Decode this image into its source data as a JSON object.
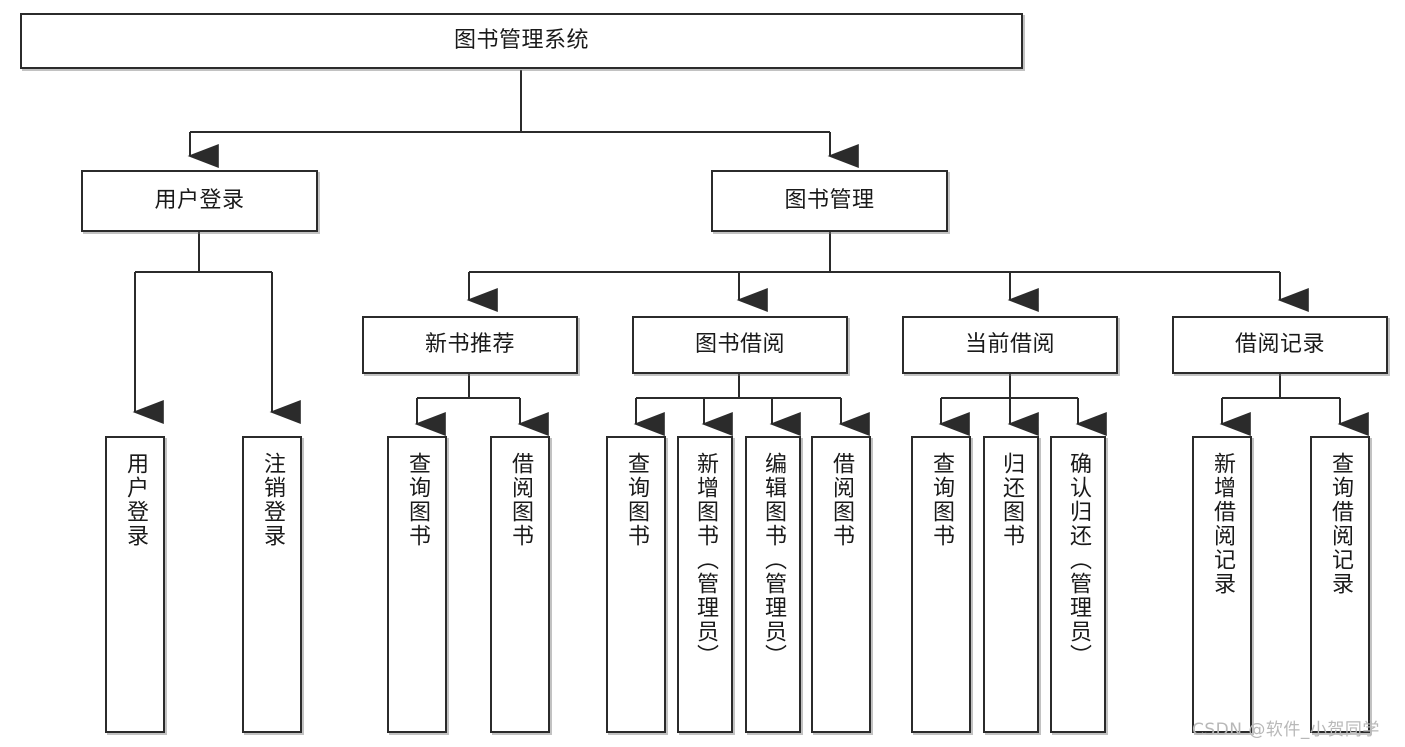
{
  "diagram": {
    "title_node": {
      "label": "图书管理系统"
    },
    "level2": [
      {
        "id": "user-login",
        "label": "用户登录"
      },
      {
        "id": "book-manage",
        "label": "图书管理"
      }
    ],
    "level3": [
      {
        "id": "new-book-recommend",
        "label": "新书推荐"
      },
      {
        "id": "book-borrow",
        "label": "图书借阅"
      },
      {
        "id": "current-borrow",
        "label": "当前借阅"
      },
      {
        "id": "borrow-record",
        "label": "借阅记录"
      }
    ],
    "leaves": [
      {
        "id": "leaf-user-login",
        "label": "用户登录",
        "parent": "user-login"
      },
      {
        "id": "leaf-logout-login",
        "label": "注销登录",
        "parent": "user-login"
      },
      {
        "id": "leaf-query-book-1",
        "label": "查询图书",
        "parent": "new-book-recommend"
      },
      {
        "id": "leaf-borrow-book-1",
        "label": "借阅图书",
        "parent": "new-book-recommend"
      },
      {
        "id": "leaf-query-book-2",
        "label": "查询图书",
        "parent": "book-borrow"
      },
      {
        "id": "leaf-add-book",
        "label": "新增图书（管理员）",
        "parent": "book-borrow"
      },
      {
        "id": "leaf-edit-book",
        "label": "编辑图书（管理员）",
        "parent": "book-borrow"
      },
      {
        "id": "leaf-borrow-book-2",
        "label": "借阅图书",
        "parent": "book-borrow"
      },
      {
        "id": "leaf-query-book-3",
        "label": "查询图书",
        "parent": "current-borrow"
      },
      {
        "id": "leaf-return-book",
        "label": "归还图书",
        "parent": "current-borrow"
      },
      {
        "id": "leaf-confirm-return",
        "label": "确认归还（管理员）",
        "parent": "current-borrow"
      },
      {
        "id": "leaf-add-record",
        "label": "新增借阅记录",
        "parent": "borrow-record"
      },
      {
        "id": "leaf-query-record",
        "label": "查询借阅记录",
        "parent": "borrow-record"
      }
    ],
    "watermark": "CSDN @软件_小贺同学",
    "colors": {
      "stroke": "#2b2b2b",
      "box_fill": "#ffffff",
      "text": "#1a1a1a",
      "watermark": "#b8b8b8",
      "background": "#ffffff"
    }
  }
}
